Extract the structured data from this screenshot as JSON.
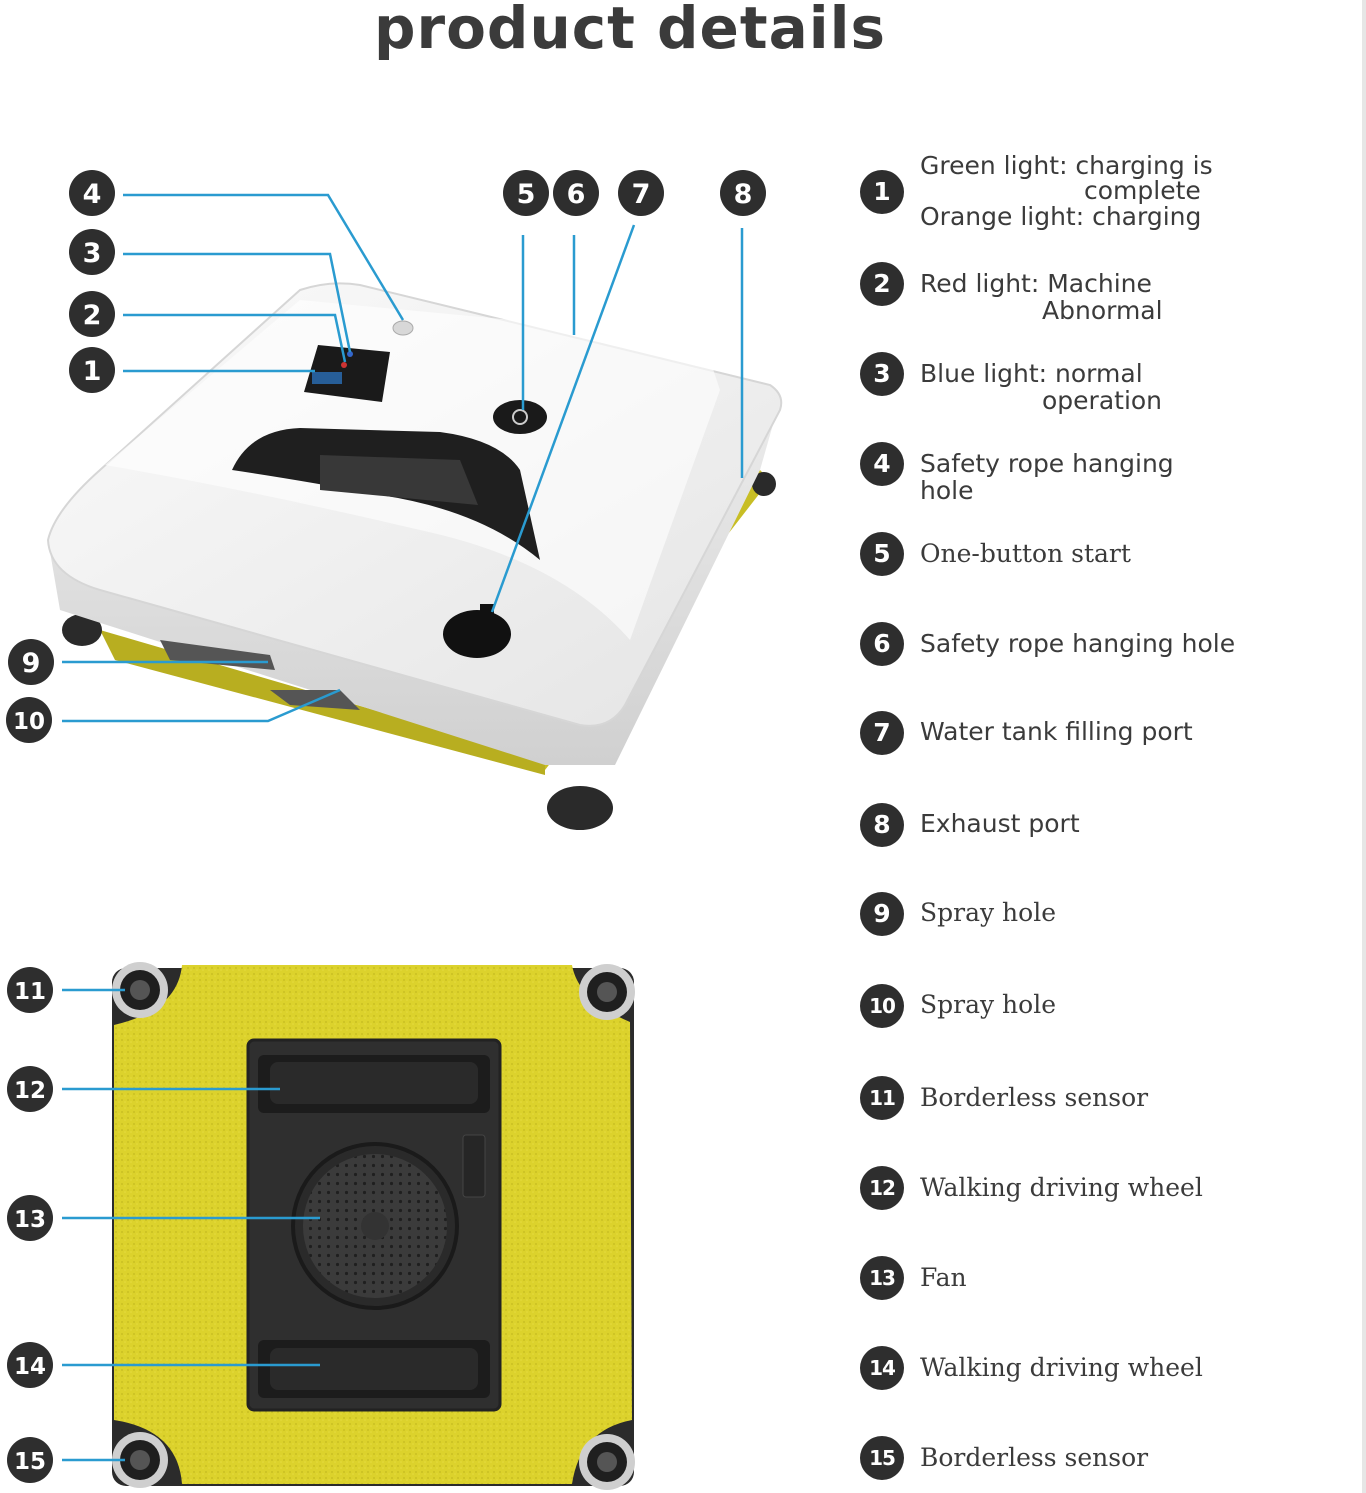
{
  "title": "product details",
  "diagram": {
    "callouts": [
      "1",
      "2",
      "3",
      "4",
      "5",
      "6",
      "7",
      "8",
      "9",
      "10",
      "11",
      "12",
      "13",
      "14",
      "15"
    ]
  },
  "legend": [
    {
      "num": "1",
      "lines": [
        "Green light: charging is",
        "complete",
        "Orange light: charging"
      ]
    },
    {
      "num": "2",
      "lines": [
        "Red light: Machine",
        "Abnormal"
      ]
    },
    {
      "num": "3",
      "lines": [
        "Blue light: normal",
        "operation"
      ]
    },
    {
      "num": "4",
      "lines": [
        "Safety rope hanging",
        "hole"
      ]
    },
    {
      "num": "5",
      "lines": [
        "One-button start"
      ]
    },
    {
      "num": "6",
      "lines": [
        "Safety rope hanging hole"
      ]
    },
    {
      "num": "7",
      "lines": [
        "Water tank filling port"
      ]
    },
    {
      "num": "8",
      "lines": [
        "Exhaust port"
      ]
    },
    {
      "num": "9",
      "lines": [
        "Spray hole"
      ]
    },
    {
      "num": "10",
      "lines": [
        "Spray hole"
      ]
    },
    {
      "num": "11",
      "lines": [
        "Borderless sensor"
      ]
    },
    {
      "num": "12",
      "lines": [
        "Walking driving wheel"
      ]
    },
    {
      "num": "13",
      "lines": [
        "Fan"
      ]
    },
    {
      "num": "14",
      "lines": [
        "Walking driving wheel"
      ]
    },
    {
      "num": "15",
      "lines": [
        "Borderless sensor"
      ]
    }
  ],
  "colors": {
    "leader_line": "#2a9bd0",
    "badge": "#2e2e2e",
    "pad_yellow": "#d9d12a",
    "body_white": "#f4f4f4"
  }
}
